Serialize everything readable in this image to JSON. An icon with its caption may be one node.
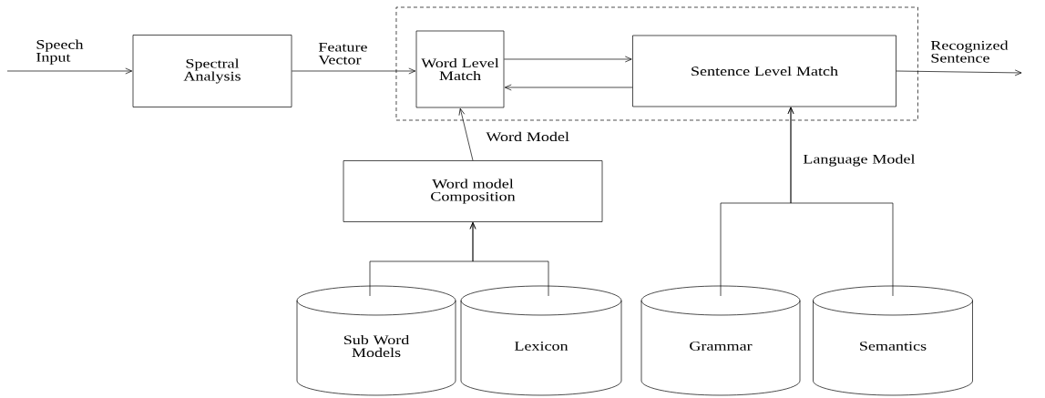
{
  "diagram": {
    "nodes": [
      {
        "text": [],
        "shape": "box"
      },
      {
        "text": [
          "Spectral Analysis"
        ]
      },
      {
        "text": [
          "Word Level Match"
        ],
        "in": 0
      },
      {
        "text": [
          "Sentence Level Match"
        ],
        "in": 0
      },
      {
        "text": [
          "Word model Composition"
        ]
      },
      {
        "text": [
          "Sub Word Models"
        ]
      },
      {
        "text": [
          "Lexicon"
        ]
      },
      {
        "text": [
          "Grammar"
        ]
      },
      {
        "text": [
          "Semantics"
        ]
      }
    ],
    "edges": [
      {
        "from": null,
        "to": 1,
        "arrow": "to",
        "label": "Speech Input"
      },
      {
        "from": 1,
        "to": 2,
        "arrow": "to",
        "label": "Feature Vector"
      },
      {
        "from": 2,
        "to": 3,
        "arrow": "to"
      },
      {
        "from": 3,
        "to": 2,
        "arrow": "to"
      },
      {
        "from": 3,
        "to": null,
        "arrow": "to",
        "label": "Recognized Sentence"
      },
      {
        "from": 4,
        "to": 2,
        "arrow": "to",
        "label": "Word Model"
      },
      {
        "from": 5,
        "to": 4,
        "arrow": "to"
      },
      {
        "from": 6,
        "to": 4,
        "arrow": "to"
      },
      {
        "from": 7,
        "to": 3,
        "arrow": "to",
        "label": "Language Model"
      },
      {
        "from": 8,
        "to": 3,
        "arrow": "to"
      }
    ]
  }
}
